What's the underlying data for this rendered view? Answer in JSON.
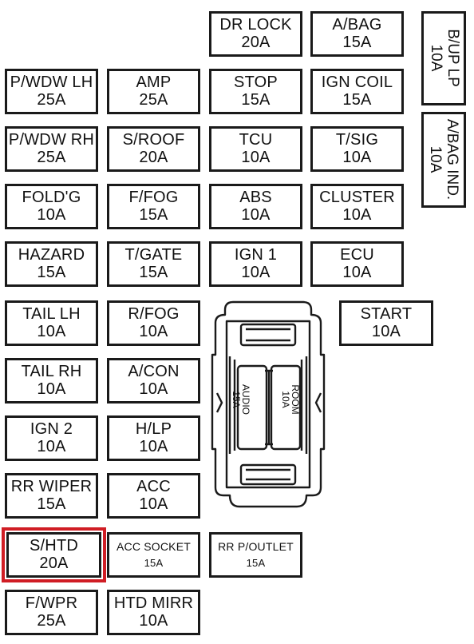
{
  "fuses": {
    "dr_lock": {
      "label": "DR LOCK",
      "amp": "20A"
    },
    "a_bag": {
      "label": "A/BAG",
      "amp": "15A"
    },
    "b_up_lp": {
      "label": "B/UP LP",
      "amp": "10A"
    },
    "p_wdw_lh": {
      "label": "P/WDW LH",
      "amp": "25A"
    },
    "amp": {
      "label": "AMP",
      "amp": "25A"
    },
    "stop": {
      "label": "STOP",
      "amp": "15A"
    },
    "ign_coil": {
      "label": "IGN COIL",
      "amp": "15A"
    },
    "p_wdw_rh": {
      "label": "P/WDW RH",
      "amp": "25A"
    },
    "s_roof": {
      "label": "S/ROOF",
      "amp": "20A"
    },
    "tcu": {
      "label": "TCU",
      "amp": "10A"
    },
    "t_sig": {
      "label": "T/SIG",
      "amp": "10A"
    },
    "a_bag_ind": {
      "label": "A/BAG IND.",
      "amp": "10A"
    },
    "fold_g": {
      "label": "FOLD'G",
      "amp": "10A"
    },
    "f_fog": {
      "label": "F/FOG",
      "amp": "15A"
    },
    "abs": {
      "label": "ABS",
      "amp": "10A"
    },
    "cluster": {
      "label": "CLUSTER",
      "amp": "10A"
    },
    "hazard": {
      "label": "HAZARD",
      "amp": "15A"
    },
    "t_gate": {
      "label": "T/GATE",
      "amp": "15A"
    },
    "ign_1": {
      "label": "IGN 1",
      "amp": "10A"
    },
    "ecu": {
      "label": "ECU",
      "amp": "10A"
    },
    "tail_lh": {
      "label": "TAIL LH",
      "amp": "10A"
    },
    "r_fog": {
      "label": "R/FOG",
      "amp": "10A"
    },
    "start": {
      "label": "START",
      "amp": "10A"
    },
    "tail_rh": {
      "label": "TAIL RH",
      "amp": "10A"
    },
    "a_con": {
      "label": "A/CON",
      "amp": "10A"
    },
    "audio": {
      "label": "AUDIO",
      "amp": "15A"
    },
    "room": {
      "label": "ROOM",
      "amp": "10A"
    },
    "ign_2": {
      "label": "IGN 2",
      "amp": "10A"
    },
    "h_lp": {
      "label": "H/LP",
      "amp": "10A"
    },
    "rr_wiper": {
      "label": "RR WIPER",
      "amp": "15A"
    },
    "acc": {
      "label": "ACC",
      "amp": "10A"
    },
    "s_htd": {
      "label": "S/HTD",
      "amp": "20A"
    },
    "acc_socket": {
      "label": "ACC SOCKET",
      "amp": "15A"
    },
    "rr_p_outlet": {
      "label": "RR P/OUTLET",
      "amp": "15A"
    },
    "f_wpr": {
      "label": "F/WPR",
      "amp": "25A"
    },
    "htd_mirr": {
      "label": "HTD MIRR",
      "amp": "10A"
    }
  },
  "highlight_color": "#d01d24"
}
